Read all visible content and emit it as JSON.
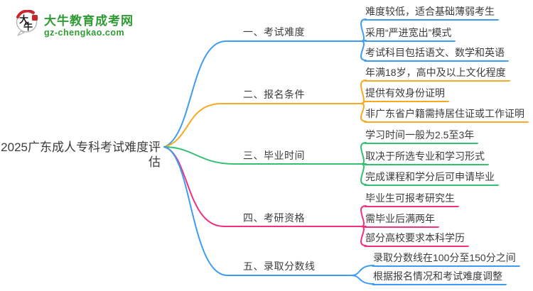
{
  "logo": {
    "icon_char1": "大",
    "icon_char2": "牛",
    "title": "大牛教育成考网",
    "subtitle": "gz-chengkao.com"
  },
  "root": {
    "label": "2025广东成人专科考试难度评估"
  },
  "colors": {
    "blue": "#3e9df2",
    "orange": "#f7a923",
    "green": "#34c073",
    "pink": "#f0327e",
    "logo_green": "#2e9b33",
    "text": "#3c3c3c"
  },
  "branches": [
    {
      "label": "一、考试难度",
      "color": "#3e9df2",
      "children": [
        "难度较低，适合基础薄弱考生",
        "采用“严进宽出”模式",
        "考试科目包括语文、数学和英语"
      ]
    },
    {
      "label": "二、报名条件",
      "color": "#f7a923",
      "children": [
        "年满18岁，高中及以上文化程度",
        "提供有效身份证明",
        "非广东省户籍需持居住证或工作证明"
      ]
    },
    {
      "label": "三、毕业时间",
      "color": "#34c073",
      "children": [
        "学习时间一般为2.5至3年",
        "取决于所选专业和学习形式",
        "完成课程和学分后可申请毕业"
      ]
    },
    {
      "label": "四、考研资格",
      "color": "#f0327e",
      "children": [
        "毕业生可报考研究生",
        "需毕业后满两年",
        "部分高校要求本科学历"
      ]
    },
    {
      "label": "五、录取分数线",
      "color": "#3e9df2",
      "children": [
        "录取分数线在100分至150分之间",
        "根据报名情况和考试难度调整"
      ]
    }
  ]
}
